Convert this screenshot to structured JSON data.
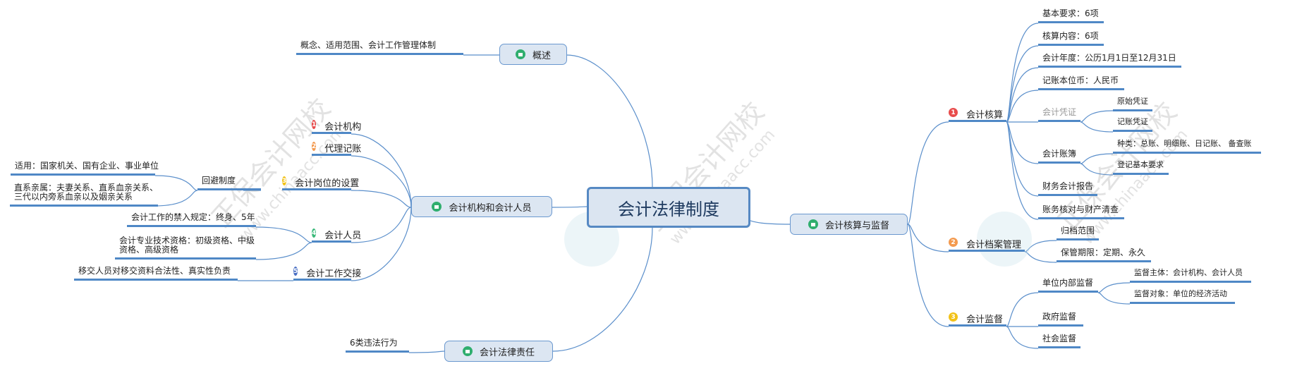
{
  "root": "会计法律制度",
  "watermark": {
    "brand": "正保会计网校",
    "url": "www.chinaacc.com"
  },
  "colors": {
    "line": "#4f88c6",
    "badge1": "#e84c4c",
    "badge2": "#f39a4f",
    "badge3": "#f2c218",
    "badge4": "#3bb97a",
    "badge5": "#4a6fc4"
  },
  "overview": {
    "label": "概述",
    "leaf": "概念、适用范围、会计工作管理体制"
  },
  "institutions": {
    "label": "会计机构和会计人员",
    "items": [
      {
        "num": "1",
        "label": "会计机构"
      },
      {
        "num": "2",
        "label": "代理记账"
      },
      {
        "num": "3",
        "label": "会计岗位的设置",
        "child": "回避制度",
        "leaves": [
          "适用：国家机关、国有企业、事业单位",
          "直系亲属：夫妻关系、直系血亲关系、三代以内旁系血亲以及姻亲关系"
        ]
      },
      {
        "num": "4",
        "label": "会计人员",
        "leaves": [
          "会计工作的禁入规定：终身、5年",
          "会计专业技术资格：初级资格、中级资格、高级资格"
        ]
      },
      {
        "num": "5",
        "label": "会计工作交接",
        "leaves": [
          "移交人员对移交资料合法性、真实性负责"
        ]
      }
    ]
  },
  "liability": {
    "label": "会计法律责任",
    "leaf": "6类违法行为"
  },
  "accounting": {
    "label": "会计核算与监督",
    "items": [
      {
        "num": "1",
        "label": "会计核算",
        "leaves": [
          "基本要求：6项",
          "核算内容：6项",
          "会计年度：公历1月1日至12月31日",
          "记账本位币：人民币",
          "会计凭证",
          "会计账簿",
          "财务会计报告",
          "账务核对与财产清查"
        ],
        "vouchers": [
          "原始凭证",
          "记账凭证"
        ],
        "books": [
          "种类：总账、明细账、日记账、 备查账",
          "登记基本要求"
        ]
      },
      {
        "num": "2",
        "label": "会计档案管理",
        "leaves": [
          "归档范围",
          "保管期限：定期、永久"
        ]
      },
      {
        "num": "3",
        "label": "会计监督",
        "leaves": [
          "单位内部监督",
          "政府监督",
          "社会监督"
        ],
        "internal": [
          "监督主体：会计机构、会计人员",
          "监督对象：单位的经济活动"
        ]
      }
    ]
  }
}
